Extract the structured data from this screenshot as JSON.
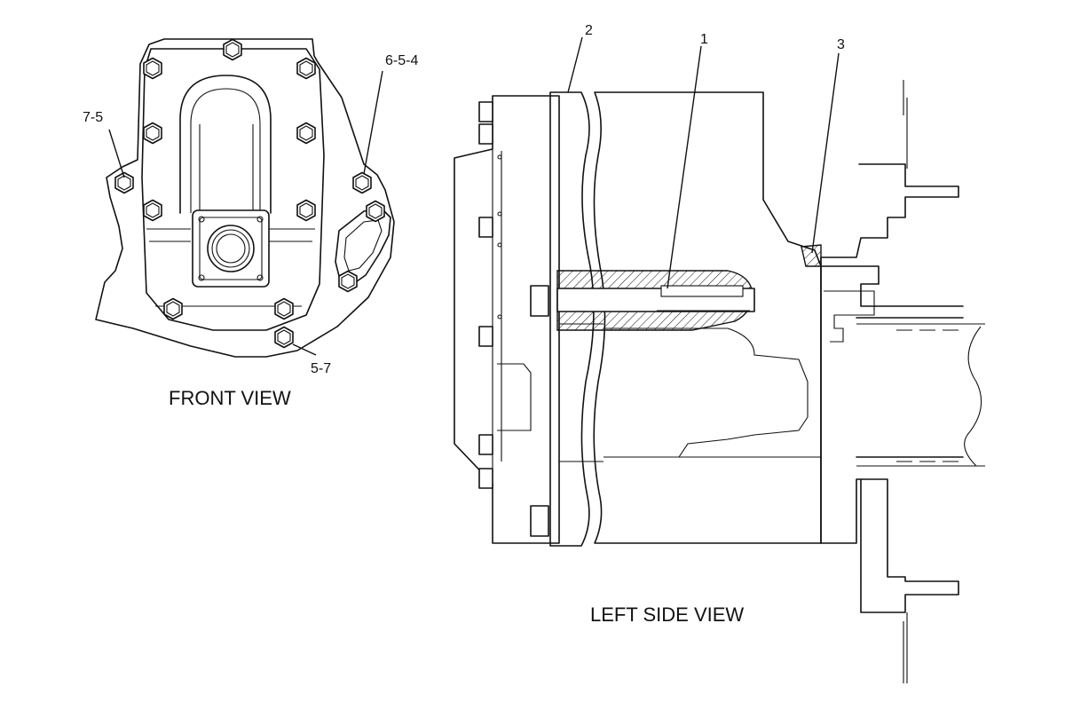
{
  "views": {
    "front": {
      "title": "FRONT VIEW"
    },
    "left_side": {
      "title": "LEFT SIDE VIEW"
    }
  },
  "callouts": {
    "front_7_5": "7-5",
    "front_6_5_4": "6-5-4",
    "front_5_7": "5-7",
    "side_1": "1",
    "side_2": "2",
    "side_3": "3"
  }
}
